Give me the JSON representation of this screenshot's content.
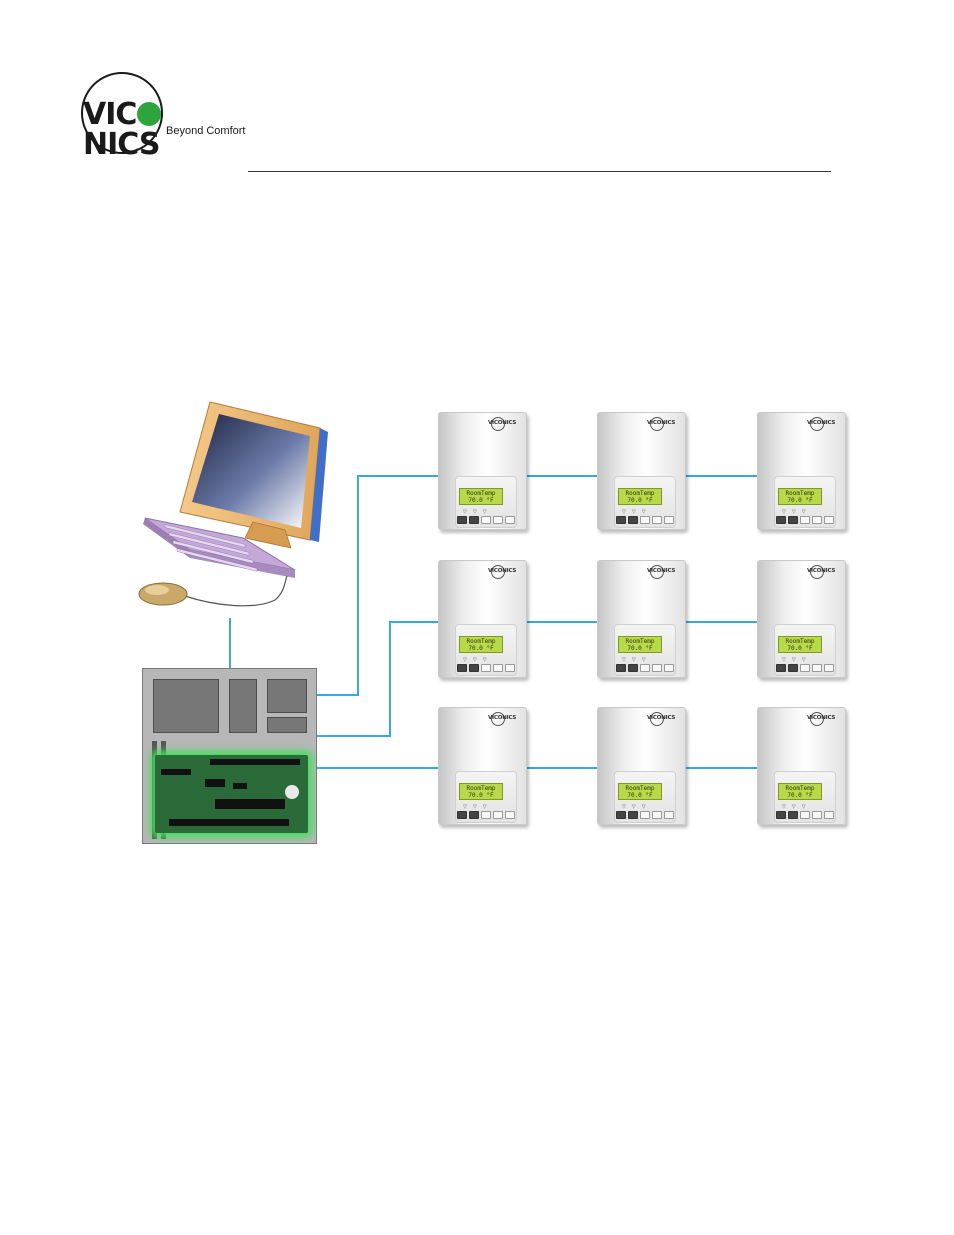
{
  "header": {
    "logo_text": "VICONICS",
    "logo_tagline": "Beyond Comfort",
    "brand_color": "#2ea43d"
  },
  "diagram": {
    "network_line_color": "#3aa7e0",
    "thermostats": [
      {
        "row": 1,
        "col": 1,
        "brand": "VICONICS",
        "display": "RoomTemp\n70.0 °F"
      },
      {
        "row": 1,
        "col": 2,
        "brand": "VICONICS",
        "display": "RoomTemp\n70.0 °F"
      },
      {
        "row": 1,
        "col": 3,
        "brand": "VICONICS",
        "display": "RoomTemp\n70.0 °F"
      },
      {
        "row": 2,
        "col": 1,
        "brand": "VICONICS",
        "display": "RoomTemp\n70.0 °F"
      },
      {
        "row": 2,
        "col": 2,
        "brand": "VICONICS",
        "display": "RoomTemp\n70.0 °F"
      },
      {
        "row": 2,
        "col": 3,
        "brand": "VICONICS",
        "display": "RoomTemp\n70.0 °F"
      },
      {
        "row": 3,
        "col": 1,
        "brand": "VICONICS",
        "display": "RoomTemp\n70.0 °F"
      },
      {
        "row": 3,
        "col": 2,
        "brand": "VICONICS",
        "display": "RoomTemp\n70.0 °F"
      },
      {
        "row": 3,
        "col": 3,
        "brand": "VICONICS",
        "display": "RoomTemp\n70.0 °F"
      }
    ]
  }
}
